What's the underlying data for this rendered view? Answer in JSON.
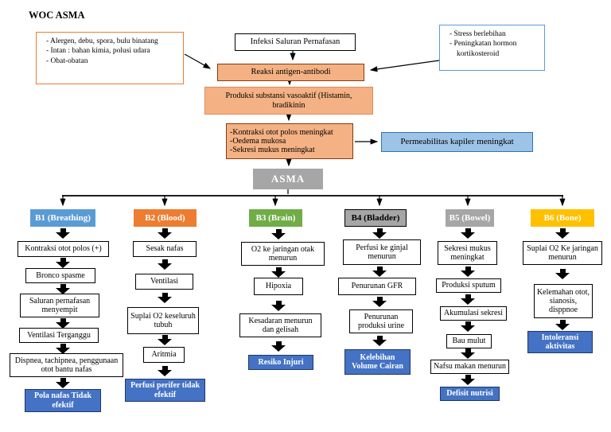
{
  "title": "WOC ASMA",
  "causes_left": {
    "items": [
      "- Alergen, debu, spora, bulu binatang",
      "- Intan : bahan kimia, polusi udara",
      "- Obat-obatan"
    ]
  },
  "causes_right": {
    "items": [
      "- Stress berlebihan",
      "- Peningkatan hormon kortikosteroid"
    ]
  },
  "flow": {
    "infeksi": "Infeksi Saluran Pernafasan",
    "reaksi": "Reaksi antigen-antibodi",
    "produksi": "Produksi substansi vasoaktif (Histamin,\nbradikinin",
    "efek": "-Kontraksi otot polos meningkat\n-Oedema mukosa\n-Sekresi mukus meningkat",
    "permeabilitas": "Permeabilitas kapiler meningkat",
    "asma": "ASMA"
  },
  "branches": [
    {
      "label": "B1 (Breathing)",
      "steps": [
        "Kontraksi otot polos (+)",
        "Bronco spasme",
        "Saluran pernafasan menyempit",
        "Ventilasi Terganggu",
        "Dispnea, tachipnea, penggunaan otot bantu nafas"
      ],
      "outcome": "Pola nafas Tidak efektif"
    },
    {
      "label": "B2 (Blood)",
      "steps": [
        "Sesak nafas",
        "Ventilasi",
        "Suplai O2 keseluruh tubuh",
        "Aritmia"
      ],
      "outcome": "Perfusi perifer tidak efektif"
    },
    {
      "label": "B3 (Brain)",
      "steps": [
        "O2 ke jaringan otak menurun",
        "Hipoxia",
        "Kesadaran menurun dan gelisah"
      ],
      "outcome": "Resiko Injuri"
    },
    {
      "label": "B4 (Bladder)",
      "steps": [
        "Perfusi ke ginjal menurun",
        "Penurunan GFR",
        "Penurunan produksi urine"
      ],
      "outcome": "Kelebihan Volume Cairan"
    },
    {
      "label": "B5 (Bowel)",
      "steps": [
        "Sekresi mukus meningkat",
        "Produksi sputum",
        "Akumulasi sekresi",
        "Bau mulut",
        "Nafsu makan menurun"
      ],
      "outcome": "Defisit nutrisi"
    },
    {
      "label": "B6 (Bone)",
      "steps": [
        "Suplai O2 Ke jaringan menurun",
        "Kelemahan otot, sianosis, disppnoe"
      ],
      "outcome": "Intoleransi aktivitas"
    }
  ],
  "colors": {
    "salmon_fill": "#f4b183",
    "salmon_border": "#843c0c",
    "light_blue_fill": "#9dc3e6",
    "light_blue_border": "#2e74b5",
    "outcome_fill": "#4472c4",
    "outcome_border": "#1f3864",
    "asma_gray": "#a6a6a6",
    "b1_blue": "#5b9bd5",
    "b2_orange": "#ed7d31",
    "b3_green": "#70ad47",
    "b4_gray": "#a6a6a6",
    "b5_gray": "#a6a6a6",
    "b6_yellow": "#ffc000"
  }
}
